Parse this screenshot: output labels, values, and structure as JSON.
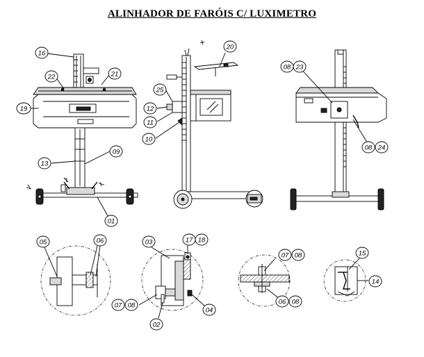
{
  "title": "ALINHADOR DE FARÓIS C/ LUXIMETRO",
  "brand_text": "",
  "labels": {
    "l16": "16",
    "l22": "22",
    "l21": "21",
    "l19": "19",
    "l13": "13",
    "l09": "09",
    "l01": "01",
    "l20": "20",
    "l25": "25",
    "l12": "12",
    "l11": "11",
    "l10": "10",
    "l08a": "08",
    "l23": "23",
    "l08b": "08",
    "l24": "24",
    "l05": "05",
    "l06": "06",
    "l03": "03",
    "l17": "17",
    "l18": "18",
    "l07a": "07",
    "l08c": "08",
    "l02": "02",
    "l04": "04",
    "l07b": "07",
    "l08d": "08",
    "l06b": "06",
    "l08e": "08",
    "l15": "15",
    "l14": "14"
  }
}
